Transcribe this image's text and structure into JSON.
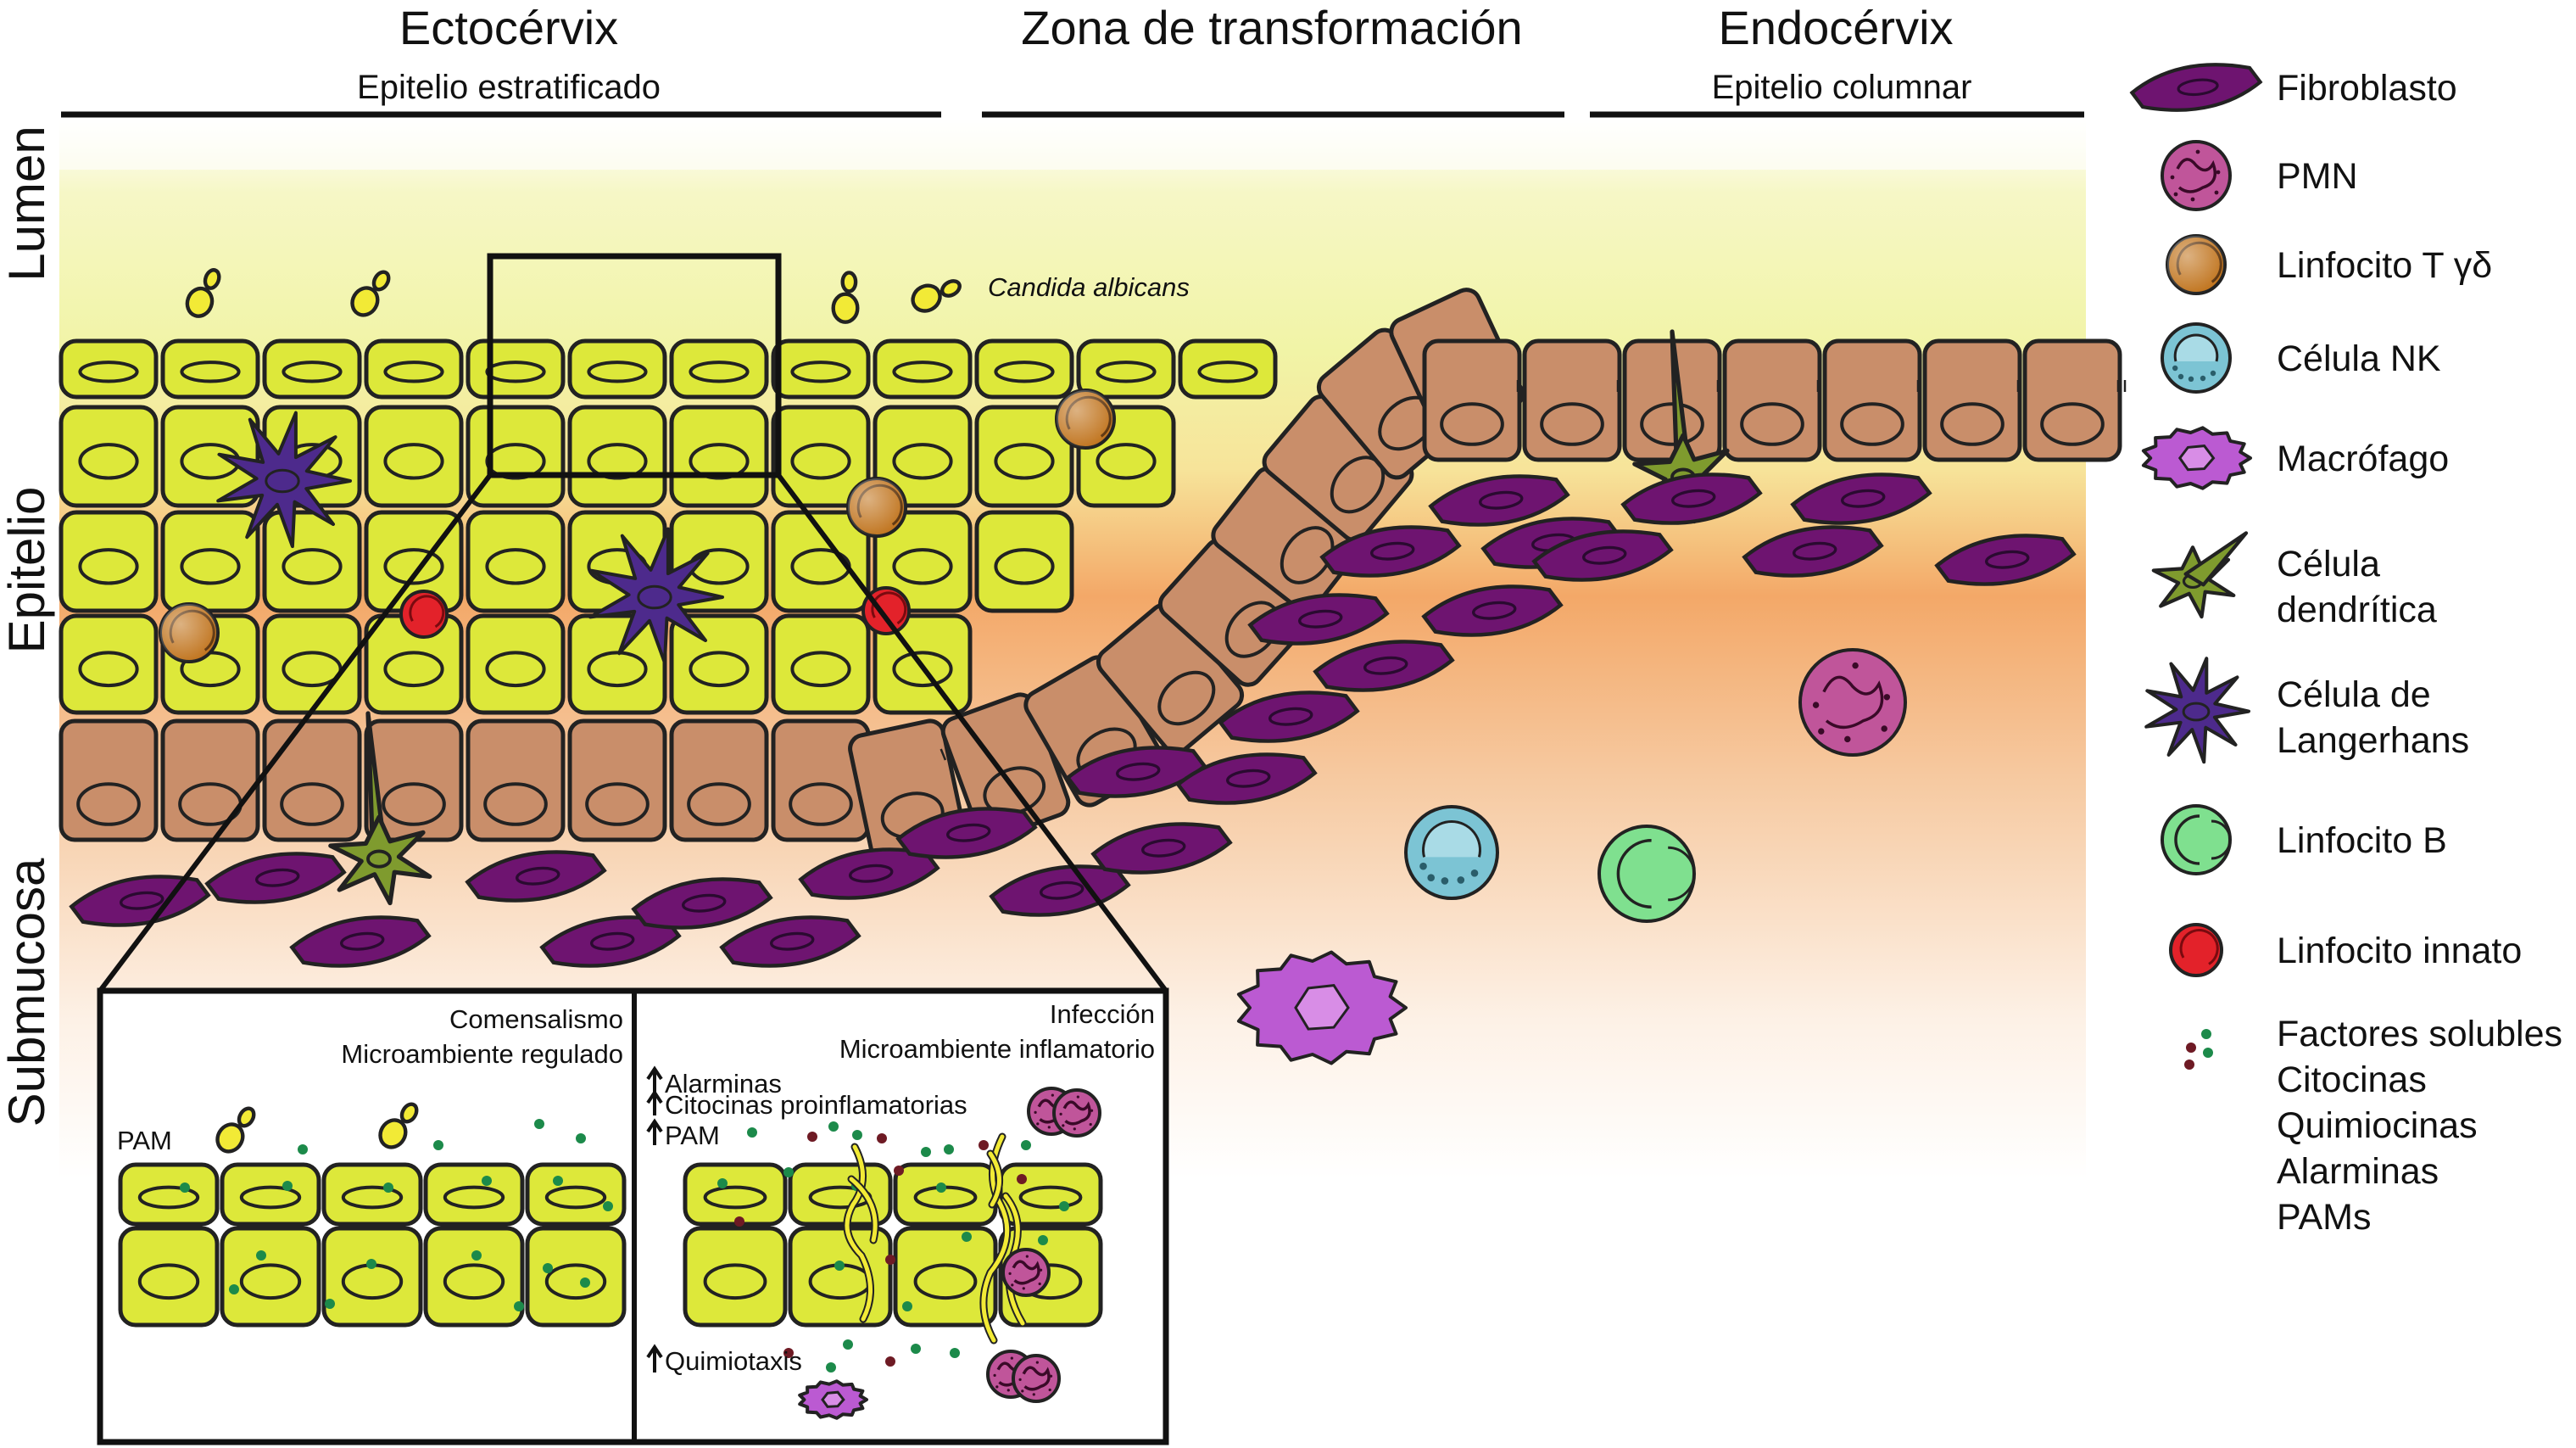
{
  "regions": {
    "ectocervix": "Ectocérvix",
    "ectocervix_sub": "Epitelio estratificado",
    "transformation": "Zona de transformación",
    "endocervix": "Endocérvix",
    "endocervix_sub": "Epitelio columnar"
  },
  "layers": {
    "lumen": "Lumen",
    "epithelium": "Epitelio",
    "submucosa": "Submucosa"
  },
  "pathogen_label": "Candida albicans",
  "legend": [
    {
      "icon": "fibroblast-icon",
      "lines": [
        "Fibroblasto"
      ]
    },
    {
      "icon": "pmn-icon",
      "lines": [
        "PMN"
      ]
    },
    {
      "icon": "t-lymphocyte-icon",
      "lines": [
        "Linfocito T γδ"
      ]
    },
    {
      "icon": "nk-cell-icon",
      "lines": [
        "Célula NK"
      ]
    },
    {
      "icon": "macrophage-icon",
      "lines": [
        "Macrófago"
      ]
    },
    {
      "icon": "dendritic-cell-icon",
      "lines": [
        "Célula",
        "dendrítica"
      ]
    },
    {
      "icon": "langerhans-cell-icon",
      "lines": [
        "Célula de",
        "Langerhans"
      ]
    },
    {
      "icon": "b-lymphocyte-icon",
      "lines": [
        "Linfocito B"
      ]
    },
    {
      "icon": "innate-lymphocyte-icon",
      "lines": [
        "Linfocito innato"
      ]
    },
    {
      "icon": "soluble-factors-icon",
      "lines": [
        "Factores solubles",
        "Citocinas",
        "Quimiocinas",
        "Alarminas",
        "PAMs"
      ]
    }
  ],
  "inset_left": {
    "title": "Comensalismo",
    "subtitle": "Microambiente regulado",
    "pam_label": "PAM"
  },
  "inset_right": {
    "title": "Infección",
    "subtitle": "Microambiente inflamatorio",
    "up_items": [
      "Alarminas",
      "Citocinas proinflamatorias",
      "PAM"
    ],
    "chemotaxis": "Quimiotaxis"
  },
  "colors": {
    "squamous": "#dde83a",
    "columnar": "#c98e6a",
    "fibroblast": "#6e1470",
    "langerhans": "#4d2a8c",
    "dendritic": "#7f9b2e",
    "t_cell": "#c0731c",
    "innate": "#e3222a",
    "nk": "#7cc4d4",
    "b_cell": "#7fe08f",
    "macrophage": "#bb5ad2",
    "pmn": "#c0559a",
    "candida": "#f2ea36"
  }
}
